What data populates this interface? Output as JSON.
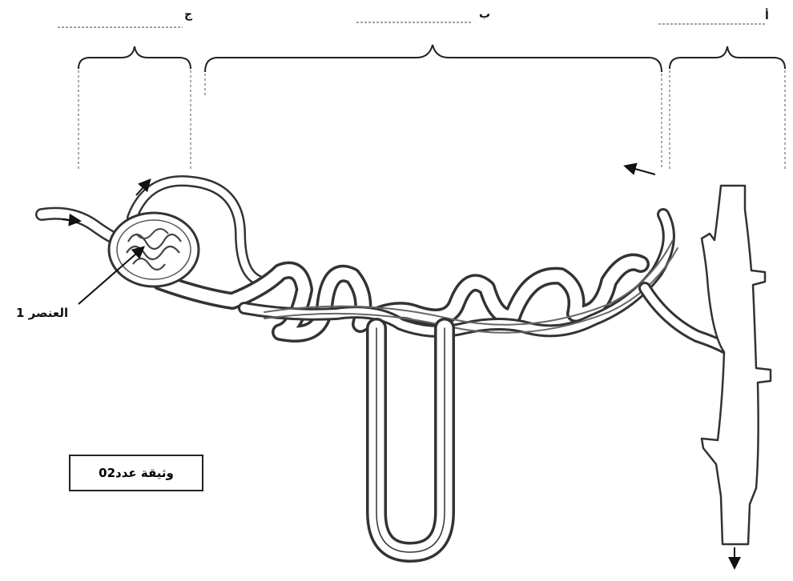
{
  "labels": {
    "section_a": "أ",
    "section_b": "ب",
    "section_c": "ج",
    "element": "العنصر 1"
  },
  "caption": "وثيقة عدد02"
}
